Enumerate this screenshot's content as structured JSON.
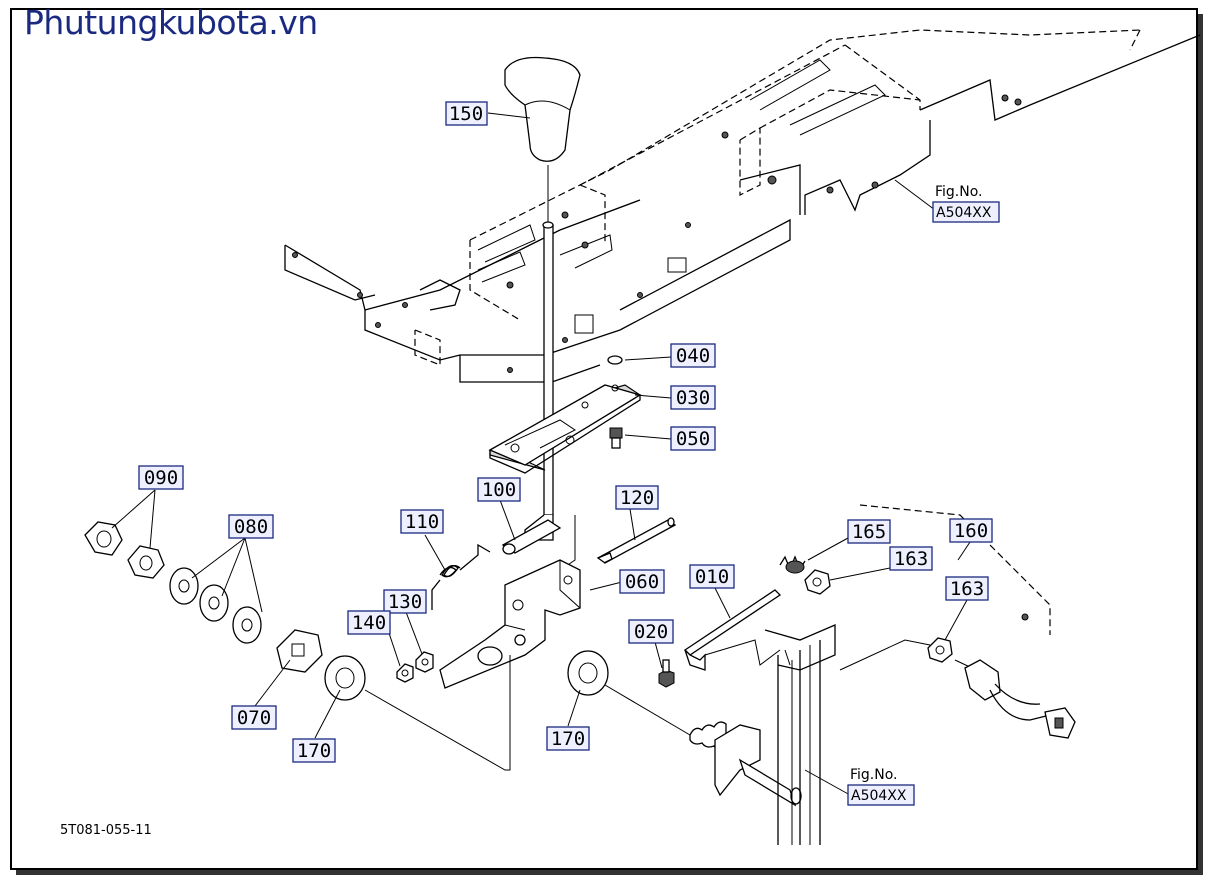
{
  "watermark": "Phutungkubota.vn",
  "diagram_code": "5T081-055-11",
  "fig_refs": [
    {
      "line1": "Fig.No.",
      "line2": "A504XX"
    },
    {
      "line1": "Fig.No.",
      "line2": "A504XX"
    }
  ],
  "part_labels": {
    "p150": "150",
    "p040": "040",
    "p030": "030",
    "p050": "050",
    "p090": "090",
    "p080": "080",
    "p100": "100",
    "p110": "110",
    "p120": "120",
    "p060": "060",
    "p130": "130",
    "p140": "140",
    "p070": "070",
    "p170a": "170",
    "p170b": "170",
    "p010": "010",
    "p020": "020",
    "p165": "165",
    "p163a": "163",
    "p160": "160",
    "p163b": "163"
  }
}
